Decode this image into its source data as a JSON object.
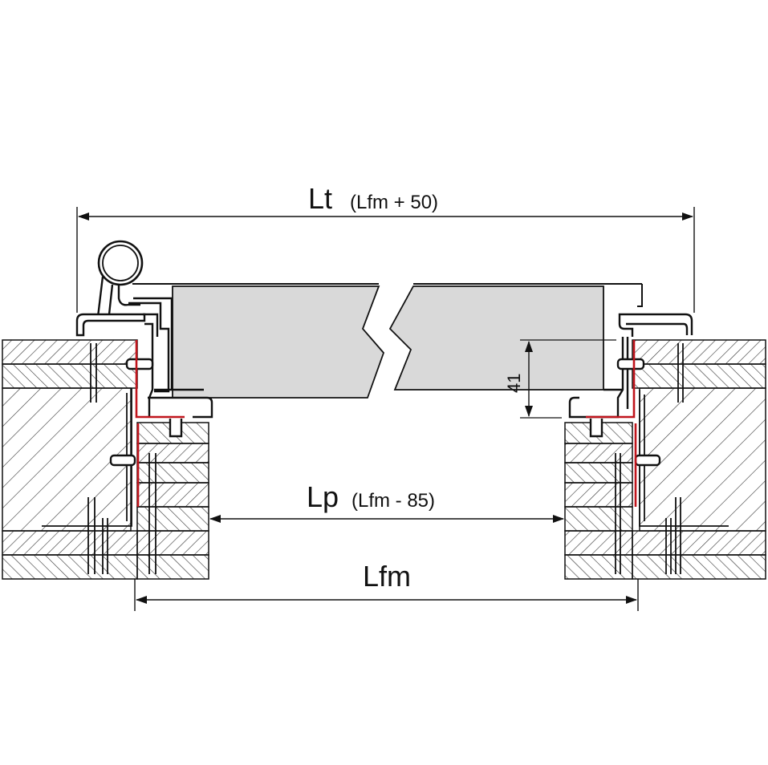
{
  "dimensions": {
    "lt": {
      "label": "Lt",
      "formula": "(Lfm + 50)"
    },
    "lp": {
      "label": "Lp",
      "formula": "(Lfm - 85)"
    },
    "lfm": {
      "label": "Lfm"
    },
    "height": {
      "value": "41"
    }
  },
  "colors": {
    "line": "#111111",
    "panel_fill": "#d9d9d9",
    "seal": "#c0141c",
    "hatch": "#333333"
  }
}
